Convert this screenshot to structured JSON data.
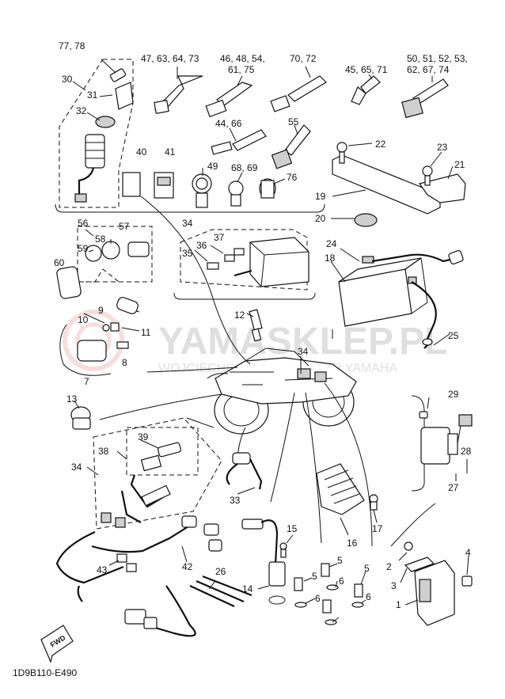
{
  "diagram": {
    "code": "1D9B110-E490",
    "fwd": "FWD",
    "labels": {
      "l_77_78": "77, 78",
      "l_47": "47, 63, 64, 73",
      "l_46": "46, 48, 54,",
      "l_61": "61, 75",
      "l_70": "70, 72",
      "l_45": "45, 65, 71",
      "l_50": "50, 51, 52, 53,",
      "l_62": "62, 67, 74",
      "l_30": "30",
      "l_31": "31",
      "l_32": "32",
      "l_44": "44, 66",
      "l_55": "55",
      "l_22": "22",
      "l_23": "23",
      "l_21": "21",
      "l_40": "40",
      "l_41": "41",
      "l_49": "49",
      "l_68": "68, 69",
      "l_76": "76",
      "l_19": "19",
      "l_20": "20",
      "l_56": "56",
      "l_57": "57",
      "l_58": "58",
      "l_59": "59",
      "l_60": "60",
      "l_34a": "34",
      "l_37": "37",
      "l_36": "36",
      "l_35": "35",
      "l_24": "24",
      "l_18": "18",
      "l_9": "9",
      "l_10": "10",
      "l_11": "11",
      "l_8": "8",
      "l_7": "7",
      "l_12": "12",
      "l_34b": "34",
      "l_25": "25",
      "l_13": "13",
      "l_29": "29",
      "l_39": "39",
      "l_38": "38",
      "l_34c": "34",
      "l_28": "28",
      "l_27": "27",
      "l_33": "33",
      "l_17": "17",
      "l_16": "16",
      "l_15": "15",
      "l_4": "4",
      "l_2": "2",
      "l_3": "3",
      "l_43": "43",
      "l_42": "42",
      "l_26": "26",
      "l_5a": "5",
      "l_5b": "5",
      "l_5c": "5",
      "l_6a": "6",
      "l_6b": "6",
      "l_6c": "6",
      "l_14": "14",
      "l_1": "1"
    },
    "watermark": {
      "brand": "YAMASKLEP.PL",
      "tagline": "WOJCIECHOWSKI – PARTNER YAMAHA"
    }
  }
}
